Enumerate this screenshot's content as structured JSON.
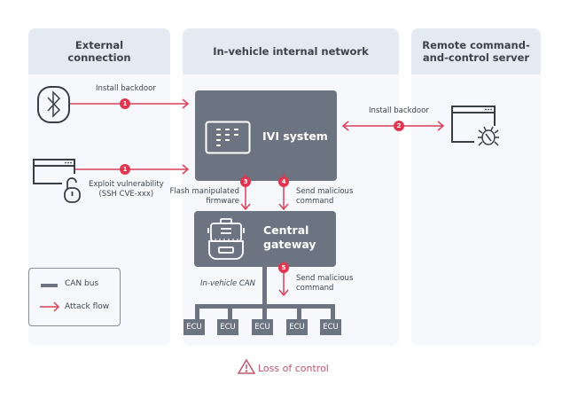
{
  "panels": {
    "external": {
      "title": "External connection"
    },
    "internal": {
      "title": "In-vehicle internal network"
    },
    "remote": {
      "title": "Remote command-and-control server"
    }
  },
  "nodes": {
    "ivi": {
      "label": "IVI system"
    },
    "gateway": {
      "label_line1": "Central",
      "label_line2": "gateway"
    },
    "ecus": [
      "ECU",
      "ECU",
      "ECU",
      "ECU",
      "ECU"
    ]
  },
  "flows": [
    {
      "step": "1",
      "label": "Install backdoor"
    },
    {
      "step": "1",
      "label_line1": "Exploit vulnerability",
      "label_line2": "(SSH CVE-xxx)"
    },
    {
      "step": "2",
      "label": "Install backdoor"
    },
    {
      "step": "3",
      "label_line1": "Flash manipulated",
      "label_line2": "firmware"
    },
    {
      "step": "4",
      "label_line1": "Send malicious",
      "label_line2": "command"
    },
    {
      "step": "5",
      "label_line1": "Send malicious",
      "label_line2": "command"
    }
  ],
  "can_label": "In-vehicle CAN",
  "legend": {
    "can_bus": "CAN bus",
    "attack_flow": "Attack flow"
  },
  "result": {
    "icon": "warning-icon",
    "label": "Loss of control"
  },
  "colors": {
    "attack": "#d9405a",
    "node": "#6d7481",
    "panel": "#f6f8fb",
    "panel_head": "#e4eaf2",
    "result": "#c0566e"
  }
}
